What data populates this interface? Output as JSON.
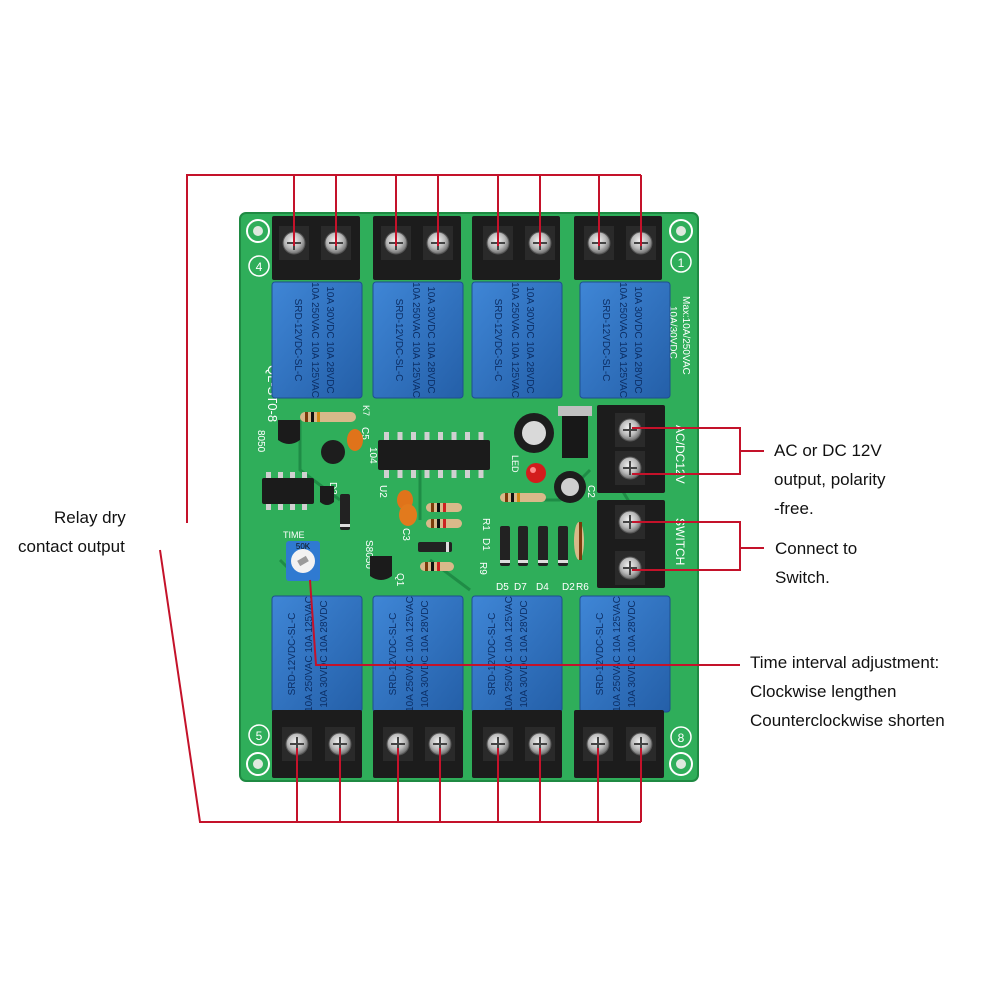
{
  "annotations": {
    "relay_output": [
      "Relay dry",
      "contact output"
    ],
    "power_output": [
      "AC or DC 12V",
      "output, polarity",
      "-free."
    ],
    "switch": [
      "Connect to",
      "Switch."
    ],
    "time_adjust": [
      "Time interval adjustment:",
      "Clockwise lengthen",
      "Counterclockwise shorten"
    ]
  },
  "board": {
    "model": "QL-ST0-8",
    "max_rating": [
      "Max:10A/250VAC",
      "10A/30VDC"
    ],
    "power_label": "AC/DC12V",
    "switch_label": "SWITCH",
    "pot_label": "50K",
    "time_label": "TIME",
    "channel_numbers": [
      "4",
      "1",
      "5",
      "8"
    ],
    "relay_text": [
      "SRD-12VDC-SL-C",
      "10A 250VAC 10A 125VAC",
      "10A 30VDC 10A 28VDC"
    ],
    "silkscreen": [
      "8050",
      "C5",
      "104",
      "U2",
      "C2",
      "LED",
      "R1",
      "D1",
      "D3",
      "D5",
      "D7",
      "D4",
      "D2",
      "R6",
      "R9",
      "C3",
      "Q1",
      "S8050",
      "K7"
    ]
  },
  "colors": {
    "pcb": "#2fae5a",
    "relay": "#2e74c4",
    "terminal": "#1c1c1c",
    "callout_line": "#c4122a"
  }
}
